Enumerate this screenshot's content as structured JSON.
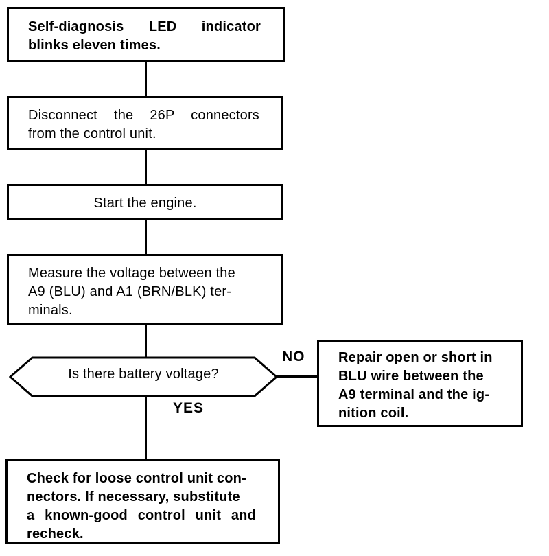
{
  "diagram": {
    "title_context": "Self-diagnosis troubleshooting flowchart",
    "start": {
      "lines": [
        "Self-diagnosis LED indicator",
        "blinks eleven times."
      ]
    },
    "step_disconnect": {
      "lines": [
        "Disconnect the 26P connectors",
        "from the control unit."
      ]
    },
    "step_start_engine": {
      "lines": [
        "Start the engine."
      ]
    },
    "step_measure": {
      "lines": [
        "Measure the voltage between the",
        "A9 (BLU) and A1 (BRN/BLK) ter-",
        "minals."
      ]
    },
    "decision": {
      "question": "Is there battery voltage?",
      "no_label": "NO",
      "yes_label": "YES"
    },
    "action_no": {
      "lines": [
        "Repair open or short in",
        "BLU wire between the",
        "A9 terminal and the ig-",
        "nition coil."
      ]
    },
    "action_yes": {
      "lines": [
        "Check for loose control unit con-",
        "nectors. If necessary, substitute",
        "a known-good control unit and",
        "recheck."
      ]
    }
  },
  "colors": {
    "ink": "#000000",
    "paper": "#ffffff"
  }
}
